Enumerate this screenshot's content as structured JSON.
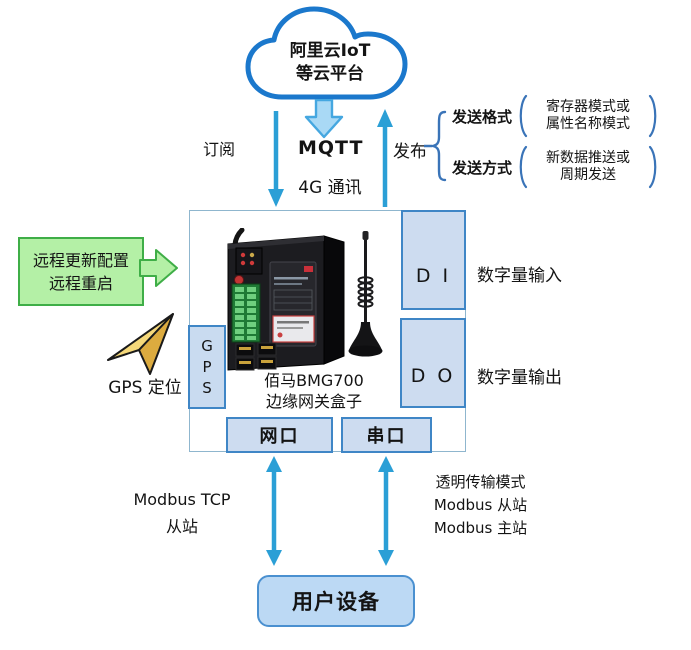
{
  "cloud": {
    "line1": "阿里云IoT",
    "line2": "等云平台"
  },
  "link": {
    "subscribe_label": "订阅",
    "protocol_label": "MQTT",
    "network_label": "4G 通讯",
    "publish_label": "发布"
  },
  "publish_options": {
    "rows": [
      {
        "label": "发送格式",
        "line1": "寄存器模式或",
        "line2": "属性名称模式"
      },
      {
        "label": "发送方式",
        "line1": "新数据推送或",
        "line2": "周期发送"
      }
    ]
  },
  "remote_config": {
    "line1": "远程更新配置",
    "line2": "远程重启"
  },
  "gps": {
    "letters": [
      "G",
      "P",
      "S"
    ],
    "caption": "GPS 定位"
  },
  "gateway": {
    "caption_line1": "佰马BMG700",
    "caption_line2": "边缘网关盒子",
    "di_label": "D I",
    "di_desc": "数字量输入",
    "do_label": "D O",
    "do_desc": "数字量输出",
    "lan_port_label": "网口",
    "serial_port_label": "串口"
  },
  "downlink": {
    "left_line1": "Modbus TCP",
    "left_line2": "从站",
    "right_line1": "透明传输模式",
    "right_line2": "Modbus 从站",
    "right_line3": "Modbus 主站"
  },
  "user_device": {
    "label": "用户设备"
  },
  "icons": {
    "cloud-icon": "cloud outline",
    "mqtt-block-arrow-icon": "thick down block arrow",
    "subscribe-arrow-icon": "thin down arrow",
    "publish-arrow-icon": "thin up arrow",
    "remote-arrow-icon": "green right block arrow",
    "gps-pointer-icon": "gold navigation pointer",
    "lan-link-arrow-icon": "vertical double-headed arrow",
    "serial-link-arrow-icon": "vertical double-headed arrow",
    "brace-icon": "left curly brace",
    "paren-icons": "tall parentheses"
  },
  "colors": {
    "arrow_blue": "#2b9fd6",
    "cloud_outline": "#1b78cc",
    "box_border_blue": "#3f86c6",
    "box_fill_blue": "#cddcf0",
    "frame_border": "#8fb6ce",
    "green_fill": "#b4f0a6",
    "green_border": "#3fae47",
    "gold": "#f2cf6e",
    "bracket_blue": "#3a74b8",
    "mqtt_arrow_fill": "#a9d9f5",
    "mqtt_arrow_border": "#45a7e0",
    "user_device_fill": "#bcd9f4"
  }
}
